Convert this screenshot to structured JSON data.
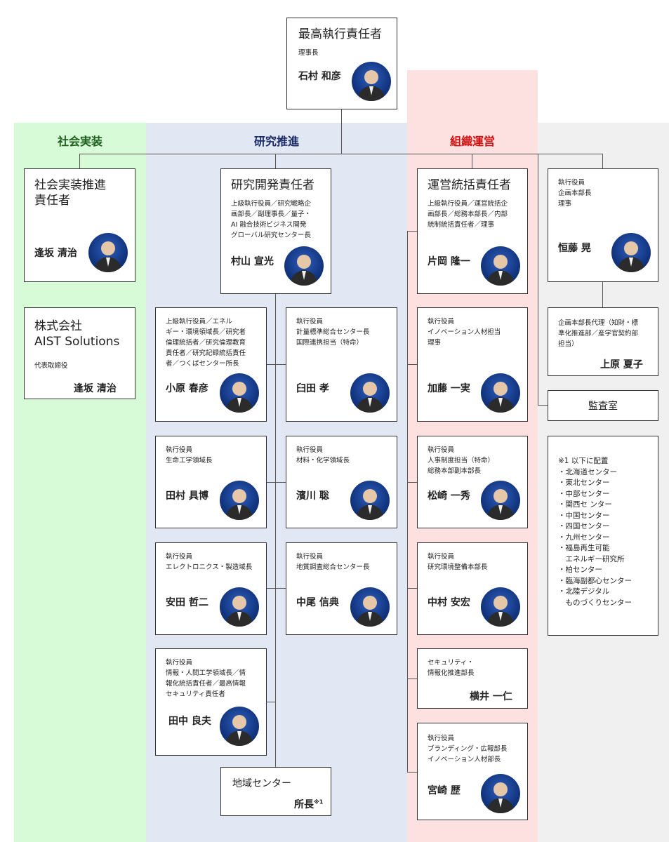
{
  "lanes": {
    "social": {
      "title": "社会実装",
      "color": "#1e5e1e",
      "bg": "#d6fbd6"
    },
    "research": {
      "title": "研究推進",
      "color": "#1a2a66",
      "bg": "#e2e8f3"
    },
    "org": {
      "title": "組織運営",
      "color": "#d01010",
      "bg": "#fde0e0"
    },
    "other_bg": "#f0f0f0"
  },
  "top": {
    "title": "最高執行責任者",
    "role": "理事長",
    "name": "石村 和彦"
  },
  "social": [
    {
      "title": "社会実装推進\n責任者",
      "name": "逢坂 清治"
    },
    {
      "title": "株式会社\nAIST Solutions",
      "role": "代表取締役",
      "name": "逢坂 清治"
    }
  ],
  "research_head": {
    "title": "研究開発責任者",
    "role": "上級執行役員／研究戦略企\n画部長／副理事長／量子・\nAI 融合技術ビジネス開発\nグローバル研究センター長",
    "name": "村山 宣光"
  },
  "research_left": [
    {
      "role": "上級執行役員／エネル\nギー・環境領域長／研究者\n倫理統括者／研究倫理教育\n責任者／研究記録統括責任\n者／つくばセンター所長",
      "name": "小原 春彦"
    },
    {
      "role": "執行役員\n生命工学領域長",
      "name": "田村 具博"
    },
    {
      "role": "執行役員\nエレクトロニクス・製造域長",
      "name": "安田 哲二"
    },
    {
      "role": "執行役員\n情報・人間工学領域長／情\n報化統括責任者／最高情報\nセキュリティ責任者",
      "name": "田中 良夫"
    }
  ],
  "research_right": [
    {
      "role": "執行役員\n計量標準総合センター長\n国際連携担当（特命）",
      "name": "臼田 孝"
    },
    {
      "role": "執行役員\n材料・化学領域長",
      "name": "濱川 聡"
    },
    {
      "role": "執行役員\n地質調査総合センター長",
      "name": "中尾 信典"
    }
  ],
  "regional": {
    "title": "地域センター",
    "name": "所長",
    "note_mark": "※1"
  },
  "org_head": {
    "title": "運営統括責任者",
    "role": "上級執行役員／運営統括企\n画部長／総務本部長／内部\n統制統括責任者／理事",
    "name": "片岡 隆一"
  },
  "org_list": [
    {
      "role": "執行役員\nイノベーション人材担当\n理事",
      "name": "加藤 一実"
    },
    {
      "role": "執行役員\n人事制度担当（特命）\n総務本部副本部長",
      "name": "松崎 一秀"
    },
    {
      "role": "執行役員\n研究環境整備本部長",
      "name": "中村 安宏"
    },
    {
      "role": "セキュリティ・\n情報化推進部長",
      "name": "横井 一仁"
    },
    {
      "role": "執行役員\nブランディング・広報部長\nイノベーション人材部長",
      "name": "宮崎 歴"
    }
  ],
  "right_head": {
    "role": "執行役員\n企画本部長\n理事",
    "name": "恒藤 晃"
  },
  "right_deputy": {
    "role": "企画本部長代理（知財・標\n準化推進部／産学官契約部\n担当）",
    "name": "上原 夏子"
  },
  "audit": {
    "title": "監査室"
  },
  "note": {
    "text": "※1 以下に配置\n・北海道センター\n・東北センター\n・中部センター\n・関西セ ンター\n・中国センター\n・四国センター\n・九州センター\n・福島再生可能\n　エネルギー研究所\n・柏センター\n・臨海副都心センター\n・北陸デジタル\n　ものづくりセンター"
  }
}
